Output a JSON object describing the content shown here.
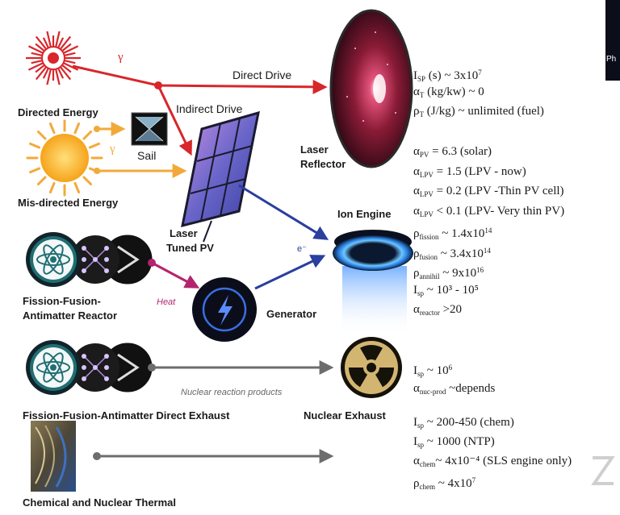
{
  "labels": {
    "gamma_top": "γ",
    "gamma_mid": "γ",
    "direct_drive": "Direct Drive",
    "indirect_drive": "Indirect Drive",
    "directed_energy": "Directed Energy",
    "sail": "Sail",
    "misdirected_energy": "Mis-directed Energy",
    "laser_reflector_1": "Laser",
    "laser_reflector_2": "Reflector",
    "laser_tuned_pv_1": "Laser",
    "laser_tuned_pv_2": "Tuned PV",
    "ion_engine": "Ion Engine",
    "electron": "e⁻",
    "heat": "Heat",
    "reactor_1": "Fission-Fusion-",
    "reactor_2": "Antimatter Reactor",
    "generator": "Generator",
    "nuclear_reaction_products": "Nuclear reaction products",
    "direct_exhaust": "Fission-Fusion-Antimatter Direct Exhaust",
    "nuclear_exhaust": "Nuclear Exhaust",
    "chemical_thermal": "Chemical and Nuclear Thermal",
    "corner_text": "Ph"
  },
  "equations": {
    "reflector": [
      {
        "sym": "I",
        "sub": "SP",
        "text": " (s) ~ 3x10",
        "sup": "7"
      },
      {
        "sym": "α",
        "sub": "T",
        "text": " (kg/kw) ~ 0",
        "sup": ""
      },
      {
        "sym": "ρ",
        "sub": "T",
        "text": " (J/kg) ~ unlimited (fuel)",
        "sup": ""
      }
    ],
    "pv": [
      {
        "sym": "α",
        "sub": "PV",
        "text": " =  6.3 (solar)",
        "sup": ""
      },
      {
        "sym": "α",
        "sub": "LPV",
        "text": " = 1.5 (LPV - now)",
        "sup": ""
      },
      {
        "sym": "α",
        "sub": "LPV",
        "text": " = 0.2 (LPV -Thin PV cell)",
        "sup": ""
      },
      {
        "sym": "α",
        "sub": "LPV",
        "text": " < 0.1 (LPV- Very thin PV)",
        "sup": ""
      },
      {
        "sym": "ρ",
        "sub": "fission",
        "text": " ~ 1.4x10",
        "sup": "14"
      },
      {
        "sym": "ρ",
        "sub": "fusion",
        "text": " ~ 3.4x10",
        "sup": "14"
      },
      {
        "sym": "ρ",
        "sub": "annihil",
        "text": " ~ 9x10",
        "sup": "16"
      },
      {
        "sym": "I",
        "sub": "sp",
        "text": "  ~ 10³ - 10⁵",
        "sup": ""
      },
      {
        "sym": "α",
        "sub": "reactor",
        "text": " >20",
        "sup": ""
      }
    ],
    "nuclear": [
      {
        "sym": "I",
        "sub": "sp",
        "text": " ~ 10",
        "sup": "6"
      },
      {
        "sym": "α",
        "sub": "nuc-prod",
        "text": " ~depends",
        "sup": ""
      }
    ],
    "chemical": [
      {
        "sym": "I",
        "sub": "sp",
        "text": " ~ 200-450 (chem)",
        "sup": ""
      },
      {
        "sym": "I",
        "sub": "sp",
        "text": " ~ 1000 (NTP)",
        "sup": ""
      },
      {
        "sym": "α",
        "sub": "chem",
        "text": "~ 4x10⁻⁴ (SLS engine only)",
        "sup": ""
      },
      {
        "sym": "ρ",
        "sub": "chem",
        "text": " ~ 4x10",
        "sup": "7"
      }
    ]
  },
  "colors": {
    "laser_red": "#d8262b",
    "sun_orange": "#f3a93a",
    "blue_arrow": "#2a3f9e",
    "heat_magenta": "#b3246e",
    "gray_arrow": "#6d6d6d",
    "atom_teal": "#1f6f73"
  },
  "icons": {
    "laser_burst": "laser-burst-icon",
    "sun": "sun-icon",
    "sail": "sail-icon",
    "pv_panel": "solar-panel-icon",
    "reflector": "laser-reflector-disc",
    "ion_engine": "ion-engine-icon",
    "generator": "lightning-bolt-icon",
    "atom": "atom-icon",
    "radiation": "radiation-icon",
    "rocket_engine": "rocket-engine-photo"
  }
}
